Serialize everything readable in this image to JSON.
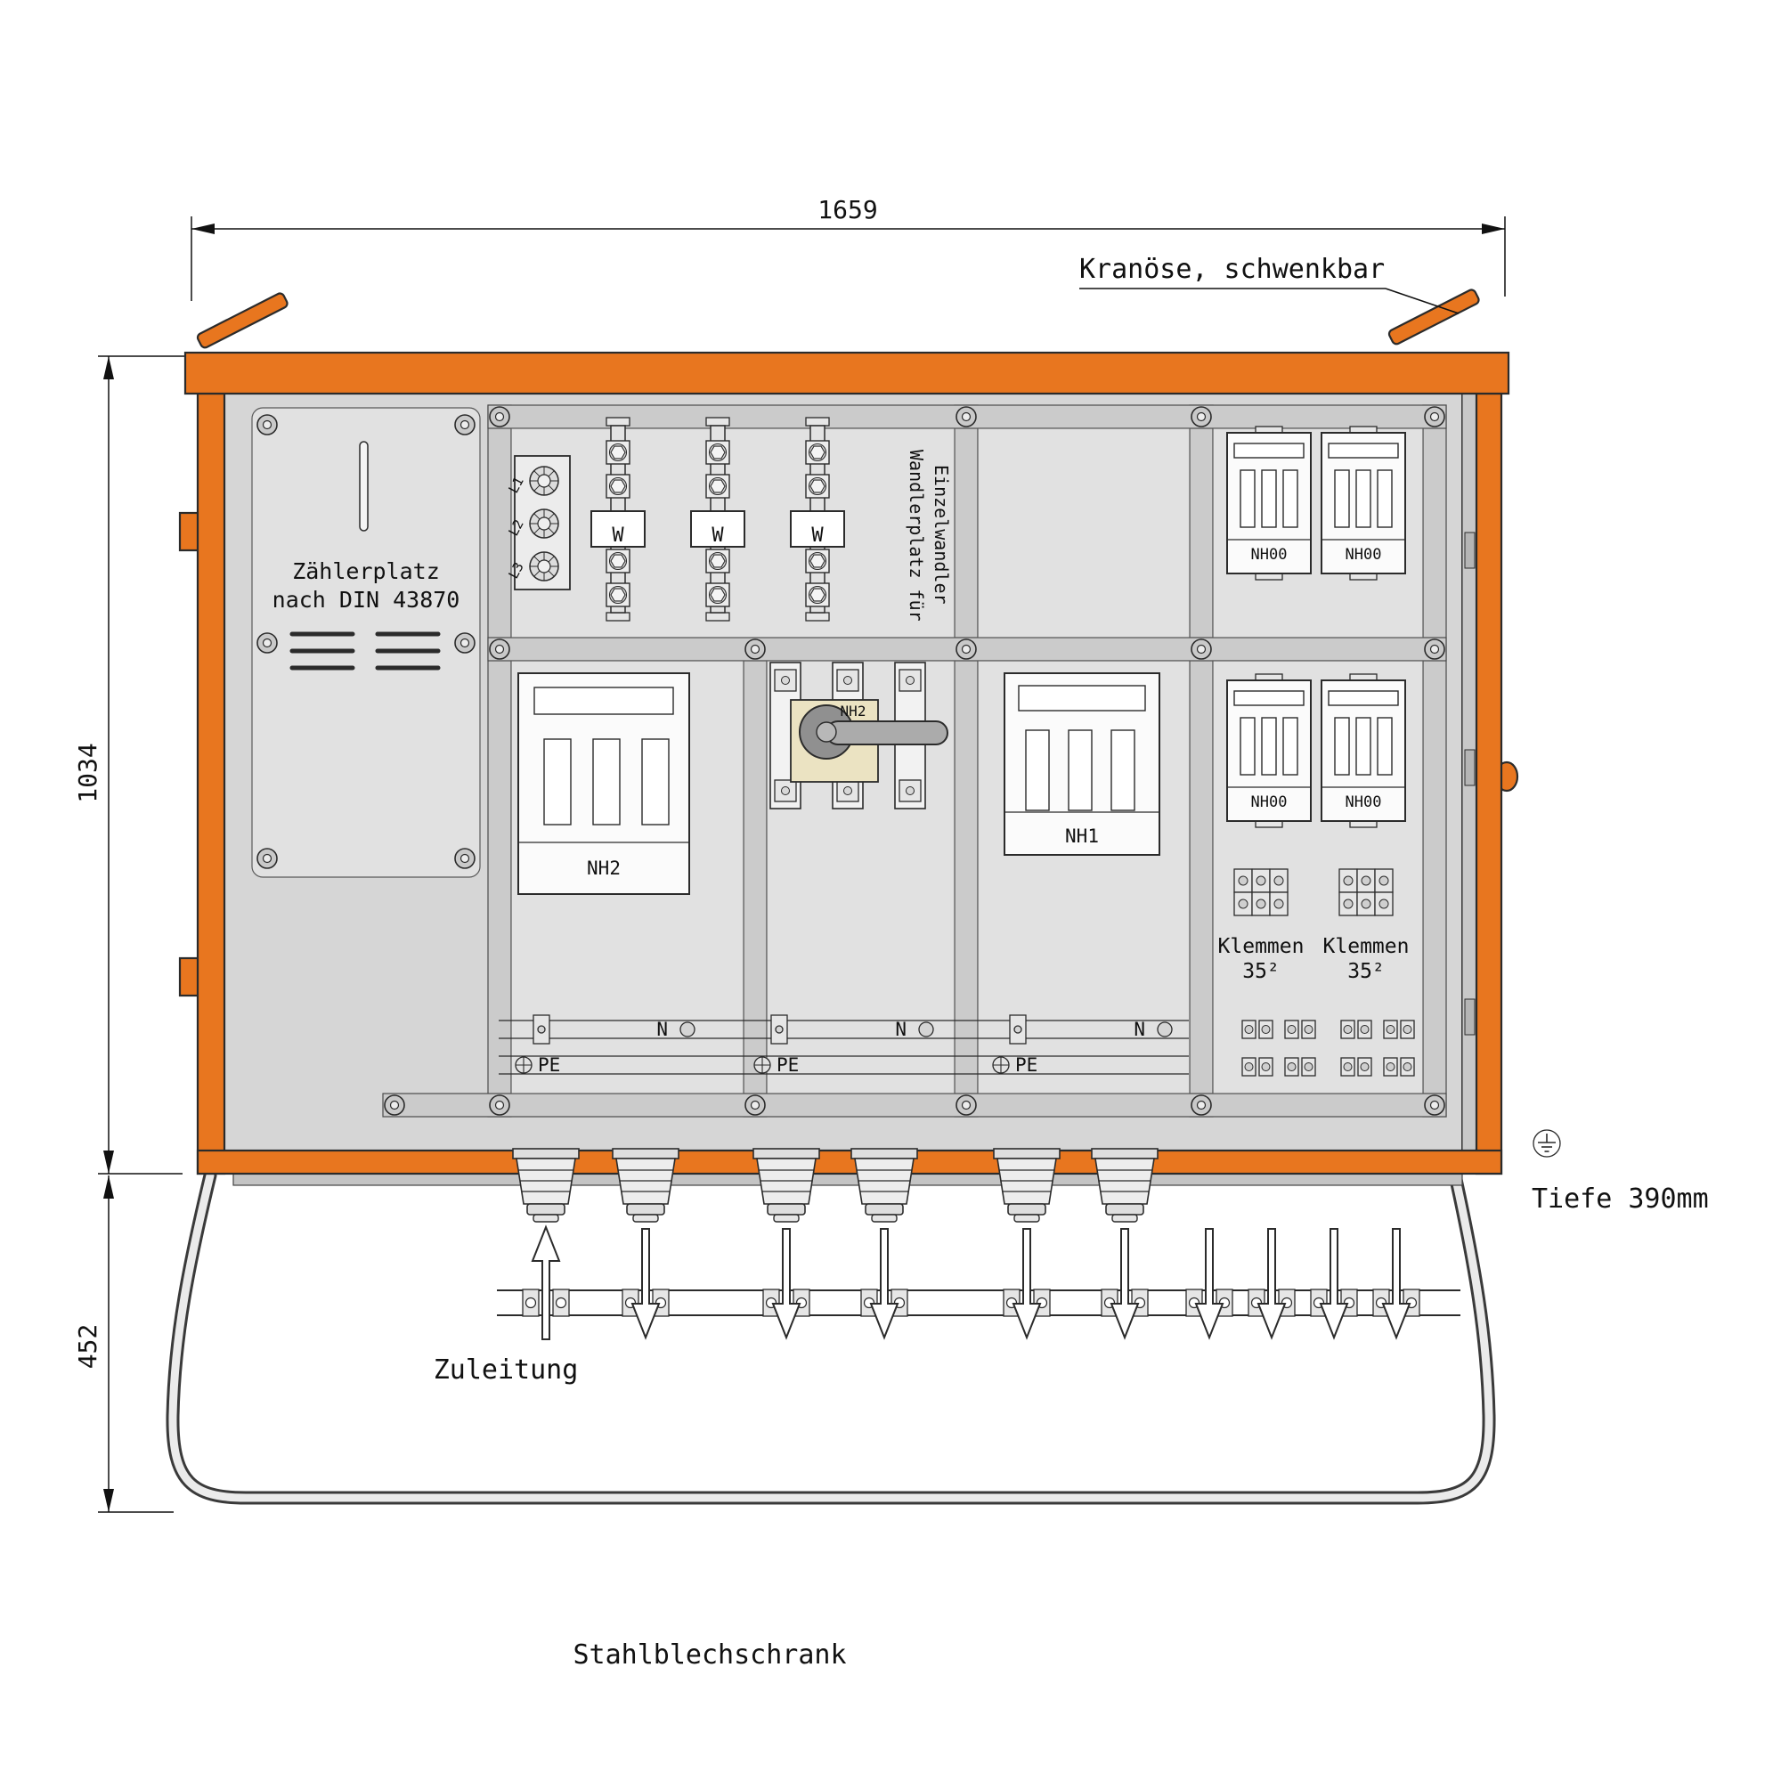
{
  "drawing": {
    "dim_width": "1659",
    "dim_height": "1034",
    "dim_stand": "452",
    "depth_label": "Tiefe 390mm",
    "crane_label": "Kranöse, schwenkbar",
    "cabinet_label": "Stahlblechschrank",
    "supply_label": "Zuleitung",
    "meter": {
      "line1": "Zählerplatz",
      "line2": "nach DIN 43870"
    },
    "wandler": {
      "line1": "Wandlerplatz für",
      "line2": "Einzelwandler"
    },
    "phases": [
      "L1",
      "L2",
      "L3"
    ],
    "w": "W",
    "nh00": "NH00",
    "nh1": "NH1",
    "nh2": "NH2",
    "klemmen": {
      "line1": "Klemmen",
      "line2": "35²"
    },
    "n": "N",
    "pe": "PE"
  },
  "colors": {
    "orange": "#E8761F",
    "panel": "#D9D9D9",
    "line": "#2B2B2B"
  }
}
